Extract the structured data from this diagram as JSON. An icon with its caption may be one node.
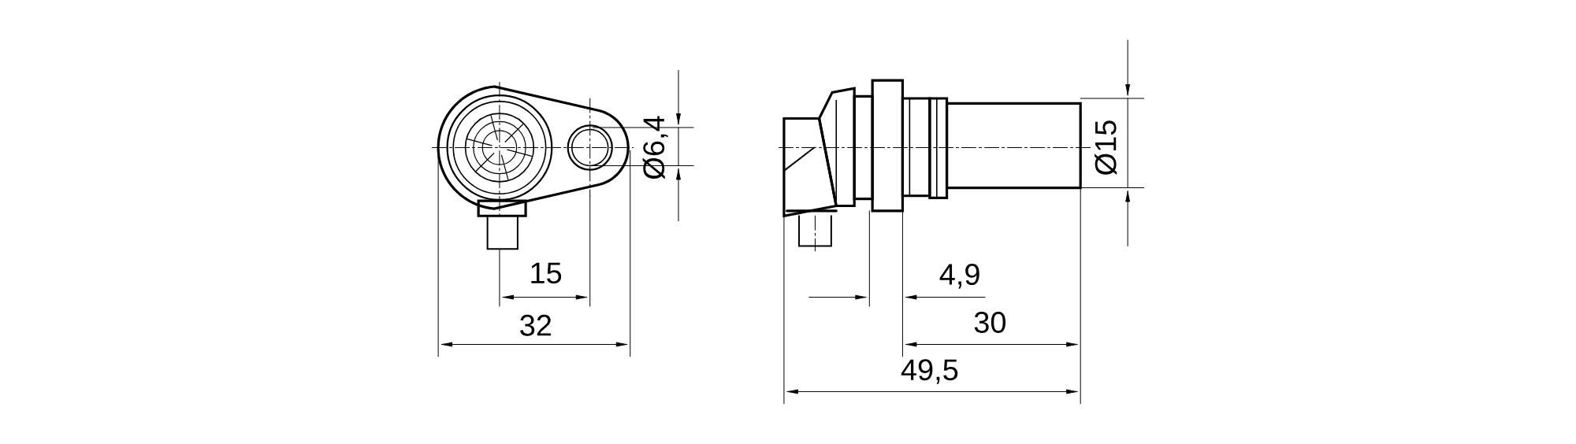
{
  "diagram": {
    "labels": [
      "Ø6,4",
      "15",
      "32",
      "4,9",
      "30",
      "49,5",
      "Ø15"
    ]
  }
}
